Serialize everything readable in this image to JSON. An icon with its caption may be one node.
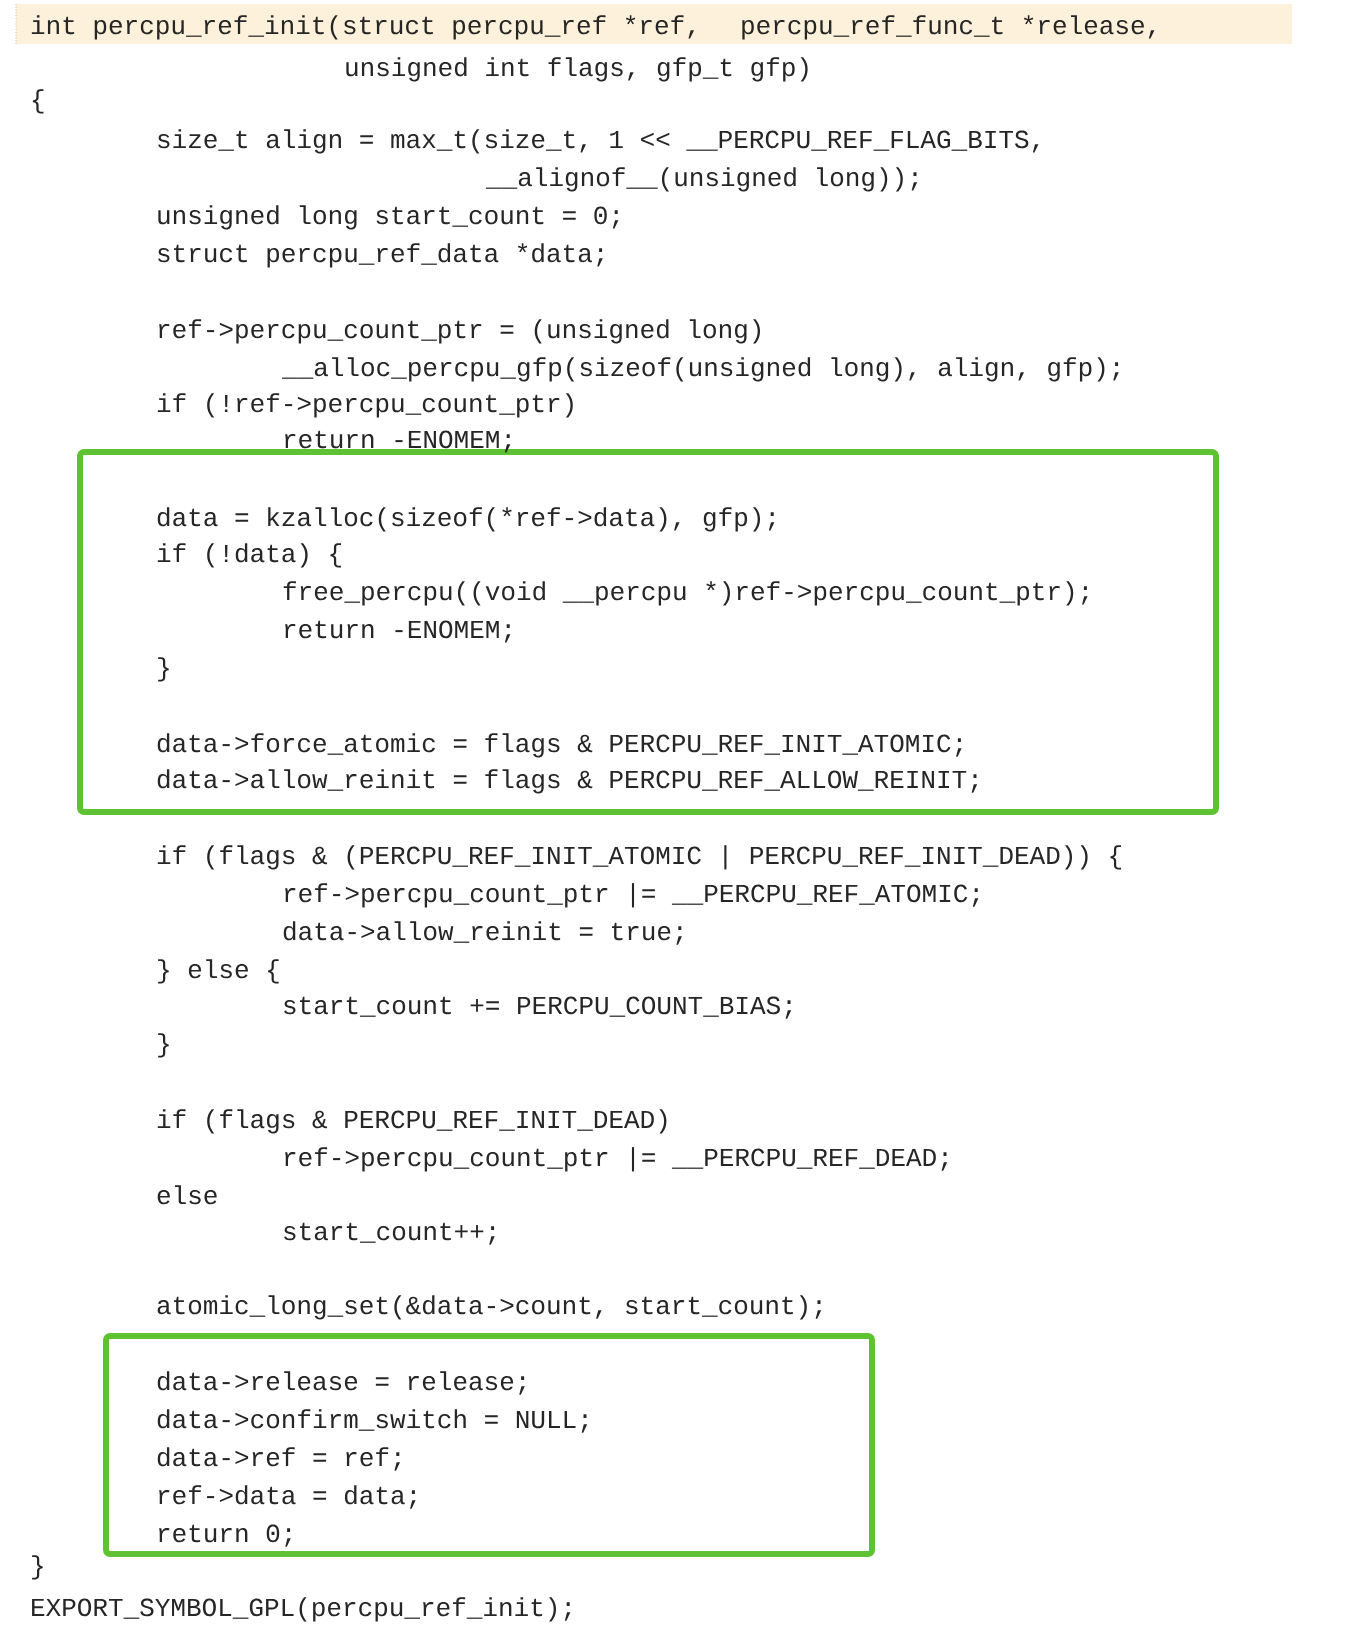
{
  "diagram": {
    "nodes": [
      {
        "text": [
          "data = kzalloc(sizeof(*ref->data), gfp);",
          "if (!data) {",
          "free_percpu((void __percpu *)ref->percpu_count_ptr);",
          "return -ENOMEM;",
          "}",
          "data->force_atomic = flags & PERCPU_REF_INIT_ATOMIC;",
          "data->allow_reinit = flags & PERCPU_REF_ALLOW_REINIT;"
        ]
      },
      {
        "text": [
          "data->release = release;",
          "data->confirm_switch = NULL;",
          "data->ref = ref;",
          "ref->data = data;",
          "return 0;"
        ]
      }
    ],
    "labels": [
      "int percpu_ref_init(struct percpu_ref *ref,",
      "percpu_ref_func_t *release,",
      "unsigned int flags, gfp_t gfp)",
      "{",
      "size_t align = max_t(size_t, 1 << __PERCPU_REF_FLAG_BITS,",
      "__alignof__(unsigned long));",
      "unsigned long start_count = 0;",
      "struct percpu_ref_data *data;",
      "ref->percpu_count_ptr = (unsigned long)",
      "__alloc_percpu_gfp(sizeof(unsigned long), align, gfp);",
      "if (!ref->percpu_count_ptr)",
      "return -ENOMEM;",
      "if (flags & (PERCPU_REF_INIT_ATOMIC | PERCPU_REF_INIT_DEAD)) {",
      "ref->percpu_count_ptr |= __PERCPU_REF_ATOMIC;",
      "data->allow_reinit = true;",
      "} else {",
      "start_count += PERCPU_COUNT_BIAS;",
      "}",
      "if (flags & PERCPU_REF_INIT_DEAD)",
      "ref->percpu_count_ptr |= __PERCPU_REF_DEAD;",
      "else",
      "start_count++;",
      "atomic_long_set(&data->count, start_count);",
      "}",
      "EXPORT_SYMBOL_GPL(percpu_ref_init);"
    ]
  }
}
